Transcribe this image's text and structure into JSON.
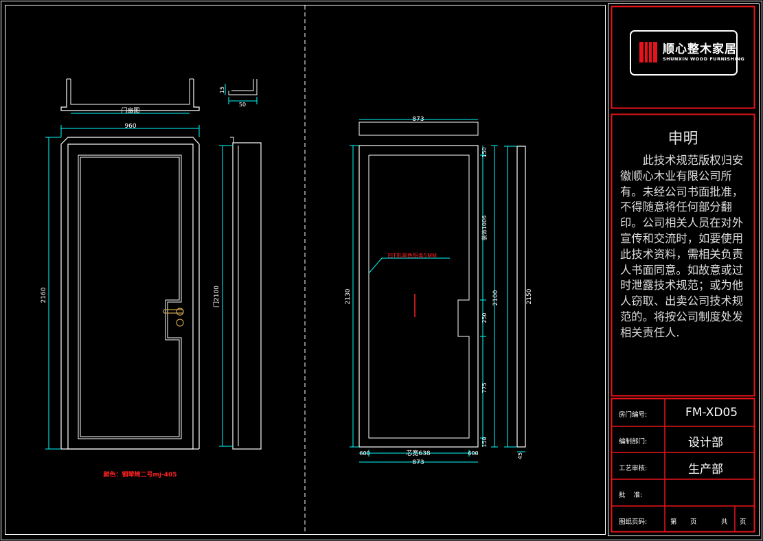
{
  "colors": {
    "background": "#000000",
    "outline": "#ffffff",
    "dimension": "#00ffff",
    "frame_red": "#e8131a",
    "annotation": "#ff2020",
    "hardware": "#c8a050"
  },
  "logo": {
    "name": "顺心整木家居",
    "subtitle": "SHUNXIN WOOD FURNISHING"
  },
  "notice": {
    "title": "申明",
    "body": "此技术规范版权归安徽顺心木业有限公司所有。未经公司书面批准，不得随意将任何部分翻印。公司相关人员在对外宣传和交流时，如要使用此技术资料，需相关负责人书面同意。如故意或过时泄露技术规范；或为他人窃取、出卖公司技术规范的。将按公司制度处发相关责任人."
  },
  "title_block": {
    "door_number_label": "房门编号:",
    "door_number_value": "FM-XD05",
    "dept_label": "编制部门:",
    "dept_value": "设计部",
    "process_label": "工艺审核:",
    "process_value": "生产部",
    "approve_label": "批    准:",
    "page_label": "图纸页码:",
    "page_prefix": "第",
    "page_mid": "页",
    "page_total_prefix": "共",
    "page_suffix": "页"
  },
  "left_view": {
    "frame_label": "门扇图",
    "width_dim": "960",
    "height_dim": "2160",
    "inner_height_dim": "门2100",
    "casing_h": "15",
    "casing_w": "50",
    "color_note": "颜色：钢琴烤二号mj-405"
  },
  "right_view": {
    "top_width": "873",
    "bottom_width": "873",
    "height_left": "2130",
    "top_rail": "150",
    "upper_panel": "装饰1006",
    "mid_total": "2100",
    "lock_rail": "250",
    "lower_panel": "775",
    "bottom_rail": "150",
    "side_height": "2150",
    "thickness": "45",
    "stile_left": "600",
    "stile_right": "600",
    "panel_width": "芯宽638",
    "annotation": "凹T形黑色铝条5MM"
  }
}
